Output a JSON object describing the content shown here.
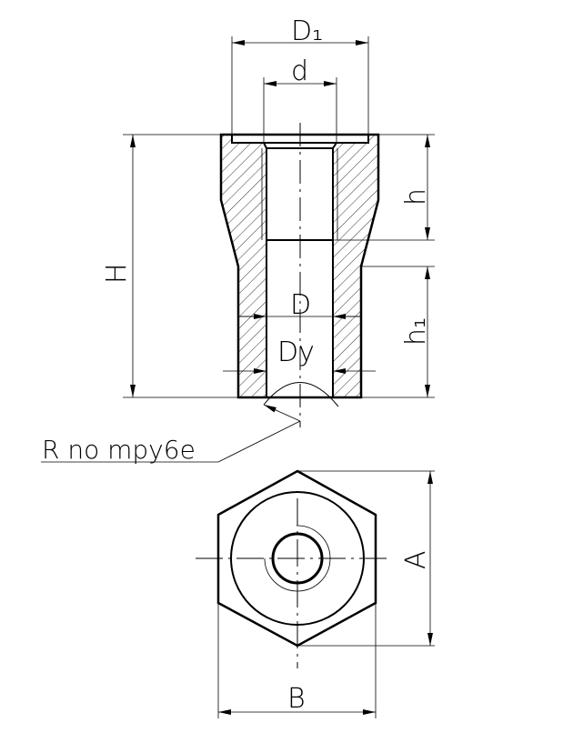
{
  "labels": {
    "D1": "D₁",
    "d": "d",
    "H": "H",
    "h": "h",
    "h1": "h₁",
    "D": "D",
    "Dy": "Dy",
    "R": "R no mpy6e",
    "A": "A",
    "B": "B"
  },
  "colors": {
    "line": "#000000",
    "background": "#ffffff"
  }
}
